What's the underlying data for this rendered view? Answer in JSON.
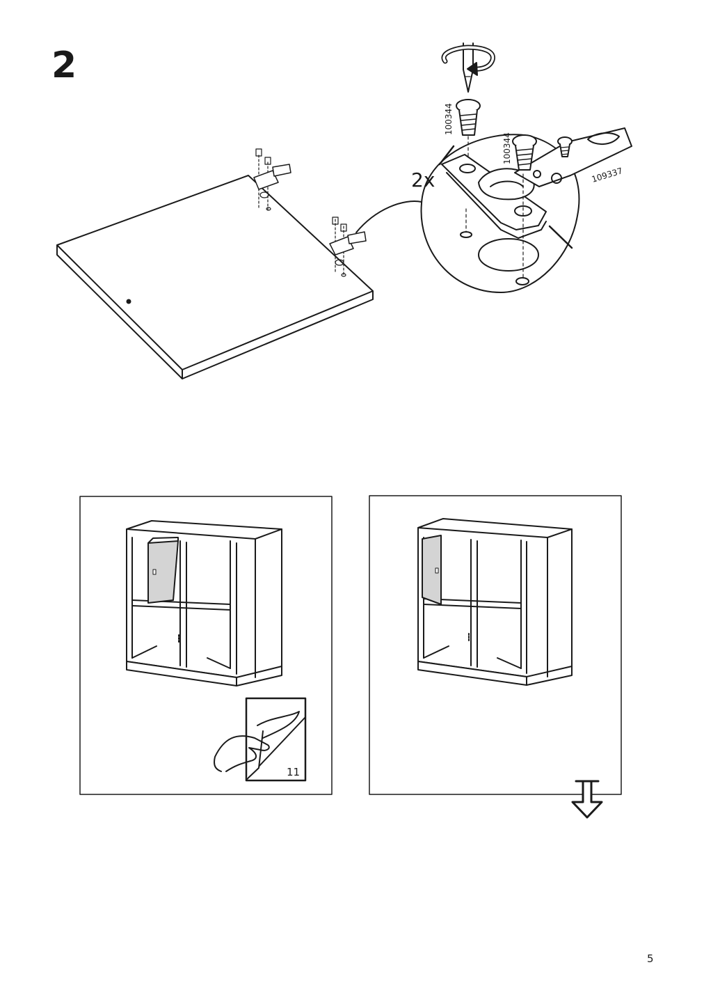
{
  "step": {
    "number": "2"
  },
  "top_illustration": {
    "quantity_label": "2x",
    "part_numbers": [
      "100344",
      "100344",
      "109337"
    ]
  },
  "panel_left": {
    "page_reference": "11"
  },
  "page_number": "5",
  "colors": {
    "ink": "#1a1a1a",
    "door_fill": "#d4d4d4",
    "background": "#ffffff"
  },
  "icons": [
    "screwdriver-icon",
    "rotate-arrow-icon",
    "screw-icon",
    "hinge-plate-icon",
    "hand-icon",
    "page-turn-icon",
    "continue-arrow-icon"
  ]
}
